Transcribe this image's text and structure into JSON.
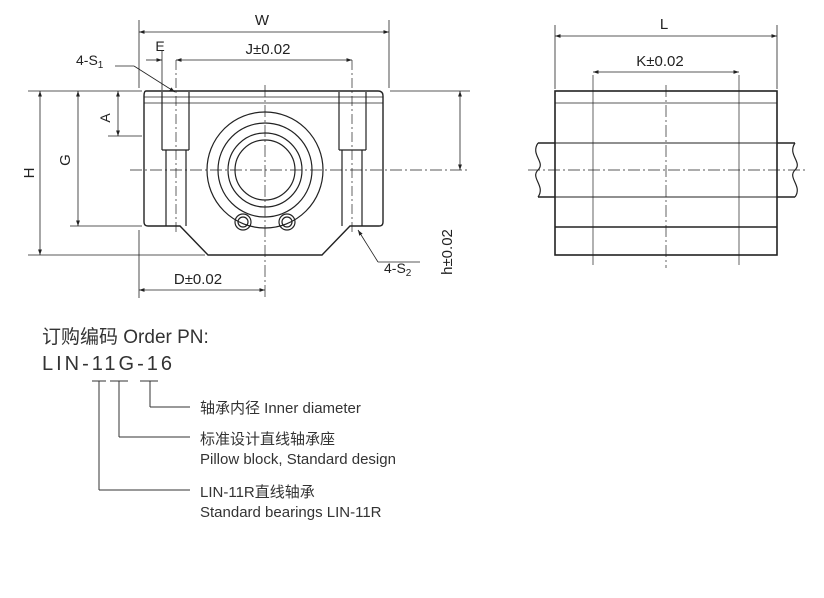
{
  "front_view": {
    "labels": {
      "w": "W",
      "e": "E",
      "j": "J±0.02",
      "s1": "4-S",
      "s1_sub": "1",
      "a": "A",
      "g": "G",
      "h_total": "H",
      "d": "D±0.02",
      "s2": "4-S",
      "s2_sub": "2",
      "h": "h±0.02"
    }
  },
  "side_view": {
    "labels": {
      "l": "L",
      "k": "K±0.02"
    }
  },
  "order": {
    "title": "订购编码 Order PN:",
    "code": {
      "part1": "LIN-11",
      "part2": "G",
      "part3": "-16"
    },
    "legend": [
      {
        "text": "轴承内径 Inner diameter"
      },
      {
        "text": "标准设计直线轴承座",
        "text2": "Pillow block, Standard design"
      },
      {
        "text": "LIN-11R直线轴承",
        "text2": "Standard bearings LIN-11R"
      }
    ]
  }
}
